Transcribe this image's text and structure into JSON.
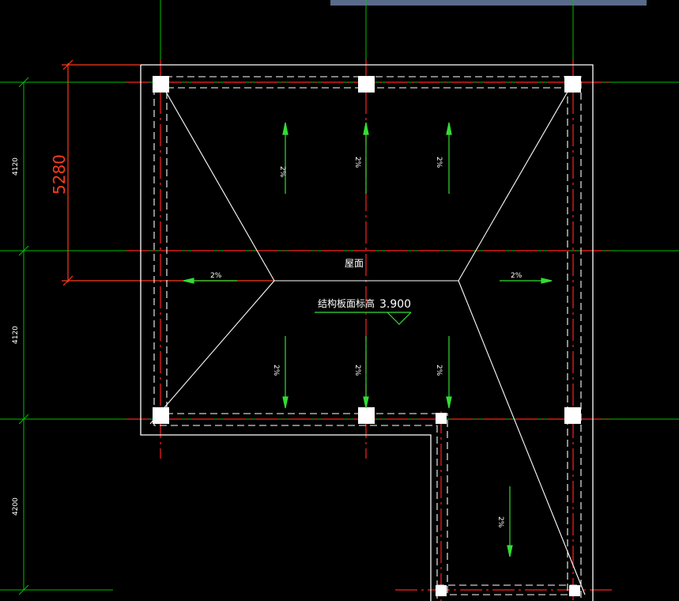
{
  "dimensions": {
    "left_4120_top": "4120",
    "left_4120_mid": "4120",
    "left_4200": "4200",
    "red_5280": "5280"
  },
  "labels": {
    "roof": "屋面",
    "elevation_label": "结构板面标高",
    "elevation_value": "3.900"
  },
  "slopes": {
    "top_left": "2%",
    "top_center": "2%",
    "top_right": "2%",
    "mid_left": "2%",
    "mid_right": "2%",
    "low_left": "2%",
    "low_center": "2%",
    "low_right": "2%",
    "wing": "2%"
  },
  "colors": {
    "background": "#000000",
    "outline": "#ffffff",
    "axis_red": "#ff2020",
    "grid_green": "#00c000",
    "dimension_orange": "#ff3a1a",
    "arrow_green": "#33dd33",
    "topbar": "#5a6a8a"
  }
}
